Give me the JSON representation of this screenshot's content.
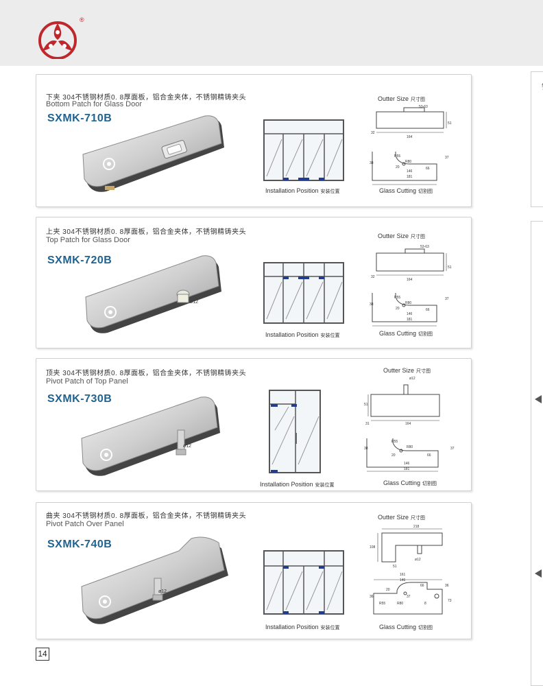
{
  "brand": {
    "registered_mark": "®",
    "logo_color": "#c0272d"
  },
  "page": {
    "number": "14"
  },
  "side": {
    "partial_char": "铝"
  },
  "products": [
    {
      "name_cn": "下夹  304不锈钢材质0. 8厚面板，铝合金夹体，不锈钢精铸夹头",
      "name_en": "Bottom Patch for Glass Door",
      "model": "SXMK-710B",
      "outer_size_label": "Outter Size",
      "outer_size_cn": "尺寸图",
      "install_label": "Installation Position",
      "install_cn": "安装位置",
      "cutting_label": "Glass Cutting",
      "cutting_cn": "切割图",
      "dims": {
        "top": "53-63",
        "height": "51",
        "left": "32",
        "width": "164",
        "r1": "R55",
        "r2": "R80",
        "d": "20",
        "a": "146",
        "b": "181",
        "c": "66",
        "side": "38",
        "right": "37"
      }
    },
    {
      "name_cn": "上夹  304不锈钢材质0. 8厚面板，铝合金夹体，不锈钢精铸夹头",
      "name_en": "Top Patch for Glass Door",
      "model": "SXMK-720B",
      "outer_size_label": "Outter Size",
      "outer_size_cn": "尺寸图",
      "install_label": "Installation Position",
      "install_cn": "安装位置",
      "cutting_label": "Glass Cutting",
      "cutting_cn": "切割图",
      "pin": "ø12",
      "dims": {
        "top": "53-63",
        "height": "51",
        "left": "32",
        "width": "164",
        "r1": "R55",
        "r2": "R80",
        "d": "20",
        "a": "146",
        "b": "181",
        "c": "66",
        "side": "38",
        "right": "37"
      }
    },
    {
      "name_cn": "顶夹  304不锈钢材质0. 8厚面板，铝合金夹体，不锈钢精铸夹头",
      "name_en": "Pivot Patch of Top Panel",
      "model": "SXMK-730B",
      "outer_size_label": "Outter Size",
      "outer_size_cn": "尺寸图",
      "install_label": "Installation Position",
      "install_cn": "安装位置",
      "cutting_label": "Glass Cutting",
      "cutting_cn": "切割图",
      "pin": "ø12",
      "dims": {
        "top": "ø12",
        "height": "51",
        "left": "31",
        "width": "164",
        "r1": "R55",
        "r2": "R80",
        "d": "20",
        "a": "146",
        "b": "181",
        "c": "66",
        "side": "38",
        "right": "37"
      }
    },
    {
      "name_cn": "曲夹  304不锈钢材质0. 8厚面板，铝合金夹体，不锈钢精铸夹头",
      "name_en": "Pivot Patch Over Panel",
      "model": "SXMK-740B",
      "outer_size_label": "Outter Size",
      "outer_size_cn": "尺寸图",
      "install_label": "Installation Position",
      "install_cn": "安装位置",
      "cutting_label": "Glass Cutting",
      "cutting_cn": "切割图",
      "pin": "ø12",
      "dims": {
        "top": "218",
        "height": "108",
        "left": "51",
        "width": "ø12",
        "r1": "R55",
        "r2": "R80",
        "d": "20",
        "a": "161",
        "b": "146",
        "c": "66",
        "side": "36",
        "right": "36",
        "e": "73",
        "f": "8",
        "g": "37"
      }
    }
  ]
}
